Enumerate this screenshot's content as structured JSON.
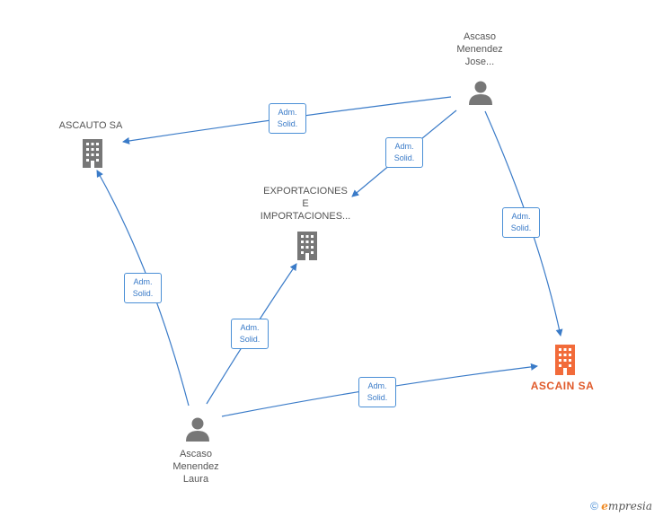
{
  "nodes": {
    "jose": {
      "lines": [
        "Ascaso",
        "Menendez",
        "Jose..."
      ],
      "icon": "person-icon"
    },
    "ascauto": {
      "lines": [
        "ASCAUTO SA"
      ],
      "icon": "building-icon"
    },
    "exportaciones": {
      "lines": [
        "EXPORTACIONES",
        "E",
        "IMPORTACIONES..."
      ],
      "icon": "building-icon"
    },
    "ascain": {
      "lines": [
        "ASCAIN SA"
      ],
      "icon": "building-icon",
      "highlight_color": "#f26b3a"
    },
    "laura": {
      "lines": [
        "Ascaso",
        "Menendez",
        "Laura"
      ],
      "icon": "person-icon"
    }
  },
  "edges": [
    {
      "from": "jose",
      "to": "ascauto",
      "label": [
        "Adm.",
        "Solid."
      ]
    },
    {
      "from": "jose",
      "to": "exportaciones",
      "label": [
        "Adm.",
        "Solid."
      ]
    },
    {
      "from": "jose",
      "to": "ascain",
      "label": [
        "Adm.",
        "Solid."
      ]
    },
    {
      "from": "laura",
      "to": "ascauto",
      "label": [
        "Adm.",
        "Solid."
      ]
    },
    {
      "from": "laura",
      "to": "exportaciones",
      "label": [
        "Adm.",
        "Solid."
      ]
    },
    {
      "from": "laura",
      "to": "ascain",
      "label": [
        "Adm.",
        "Solid."
      ]
    }
  ],
  "colors": {
    "edge": "#3a7bc8",
    "icon": "#777777",
    "main_icon": "#f26b3a"
  },
  "footer": {
    "copyright": "©",
    "brand_initial": "e",
    "brand_rest": "mpresia"
  }
}
